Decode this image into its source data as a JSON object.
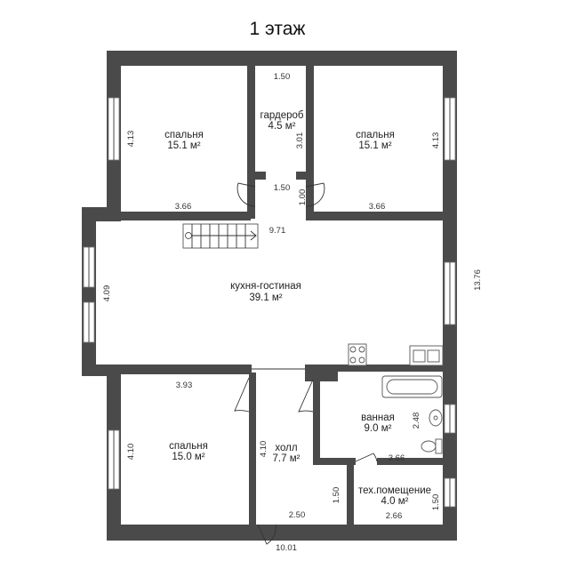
{
  "title": "1 этаж",
  "rooms": {
    "bedroom_nw": {
      "name": "спальня",
      "area": "15.1 м²",
      "width": "3.66",
      "height": "4.13"
    },
    "wardrobe": {
      "name": "гардероб",
      "area": "4.5 м²",
      "width": "1.50",
      "height": "3.01"
    },
    "bedroom_ne": {
      "name": "спальня",
      "area": "15.1 м²",
      "width": "3.66",
      "height": "4.13"
    },
    "kitchen": {
      "name": "кухня-гостиная",
      "area": "39.1 м²",
      "width": "9.71",
      "height": "4.09"
    },
    "bedroom_sw": {
      "name": "спальня",
      "area": "15.0 м²",
      "width": "3.93",
      "height": "4.10"
    },
    "hall": {
      "name": "холл",
      "area": "7.7 м²",
      "width": "2.50",
      "height": "4.10"
    },
    "bathroom": {
      "name": "ванная",
      "area": "9.0 м²",
      "width": "3.66",
      "height": "2.48"
    },
    "tech": {
      "name": "тех.помещение",
      "area": "4.0 м²",
      "width": "2.66",
      "height": "1.50"
    }
  },
  "dimensions": {
    "corridor_width": "1.50",
    "corridor_door": "1.00",
    "hall_side": "1.50",
    "total_width": "10.01",
    "total_height": "13.76"
  }
}
